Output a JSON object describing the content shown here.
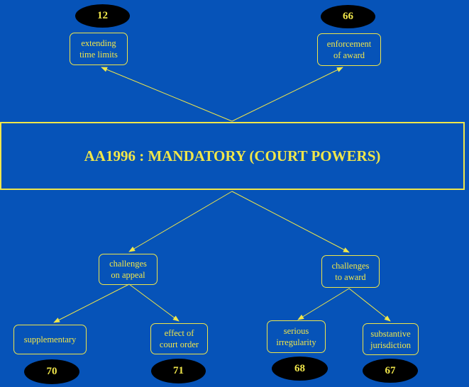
{
  "title": "AA1996 : MANDATORY (COURT POWERS)",
  "colors": {
    "background": "#0653b8",
    "accent": "#f0e64a",
    "badge": "#000000"
  },
  "nodes": {
    "extending_time_limits": {
      "line1": "extending",
      "line2": "time limits",
      "section": "12"
    },
    "enforcement_of_award": {
      "line1": "enforcement",
      "line2": "of award",
      "section": "66"
    },
    "challenges_on_appeal": {
      "line1": "challenges",
      "line2": "on appeal"
    },
    "challenges_to_award": {
      "line1": "challenges",
      "line2": "to award"
    },
    "supplementary": {
      "line1": "supplementary",
      "section": "70"
    },
    "effect_of_court_order": {
      "line1": "effect of",
      "line2": "court order",
      "section": "71"
    },
    "serious_irregularity": {
      "line1": "serious",
      "line2": "irregularity",
      "section": "68"
    },
    "substantive_jurisdiction": {
      "line1": "substantive",
      "line2": "jurisdiction",
      "section": "67"
    }
  }
}
